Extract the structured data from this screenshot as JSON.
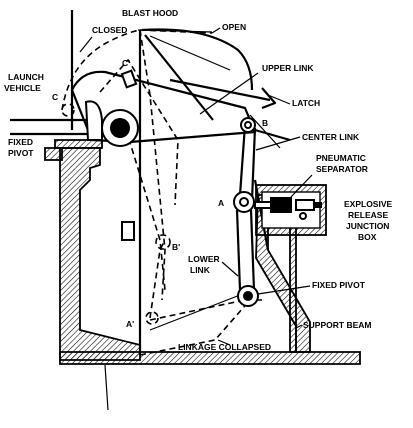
{
  "labels": {
    "blast_hood": "BLAST HOOD",
    "closed": "CLOSED",
    "open": "OPEN",
    "launch_vehicle_1": "LAUNCH",
    "launch_vehicle_2": "VEHICLE",
    "upper_link": "UPPER LINK",
    "latch": "LATCH",
    "fixed_pivot_left_1": "FIXED",
    "fixed_pivot_left_2": "PIVOT",
    "center_link": "CENTER LINK",
    "pneumatic_1": "PNEUMATIC",
    "pneumatic_2": "SEPARATOR",
    "explosive_1": "EXPLOSIVE",
    "explosive_2": "RELEASE",
    "explosive_3": "JUNCTION",
    "explosive_4": "BOX",
    "lower_link_1": "LOWER",
    "lower_link_2": "LINK",
    "fixed_pivot_right": "FIXED PIVOT",
    "support_beam": "SUPPORT BEAM",
    "linkage_collapsed": "LINKAGE COLLAPSED",
    "point_a": "A",
    "point_a_prime": "A'",
    "point_b": "B",
    "point_b_prime": "B'",
    "point_c": "C",
    "point_c_prime": "C'"
  }
}
